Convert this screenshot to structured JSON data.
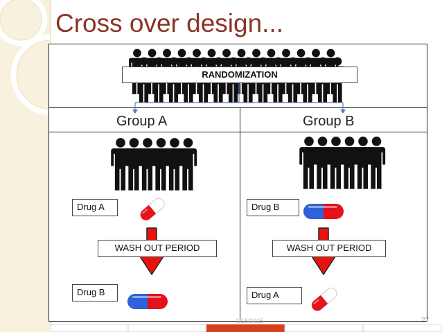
{
  "slide": {
    "title": "Cross over design...",
    "randomization_label": "RANDOMIZATION",
    "groups": [
      {
        "label": "Group A",
        "first_drug": "Drug A",
        "washout": "WASH OUT PERIOD",
        "second_drug": "Drug B"
      },
      {
        "label": "Group B",
        "first_drug": "Drug B",
        "washout": "WASH OUT PERIOD",
        "second_drug": "Drug A"
      }
    ],
    "footer": {
      "date": "2/18/2015",
      "page_number": "27"
    }
  },
  "icons": {
    "crowd": "people-crowd-icon",
    "group": "people-group-icon",
    "pill_red_white": "red-white-capsule-icon",
    "pill_blue_red": "blue-red-capsule-icon",
    "arrow_down": "red-down-arrow-icon"
  },
  "colors": {
    "title": "#8a3426",
    "arrow": "#e8130f",
    "arrow_outline": "#222222",
    "pill_red": "#e3121b",
    "pill_blue": "#2f62d8",
    "connector": "#5b7bb5",
    "footer_accent": "#d4431c"
  }
}
